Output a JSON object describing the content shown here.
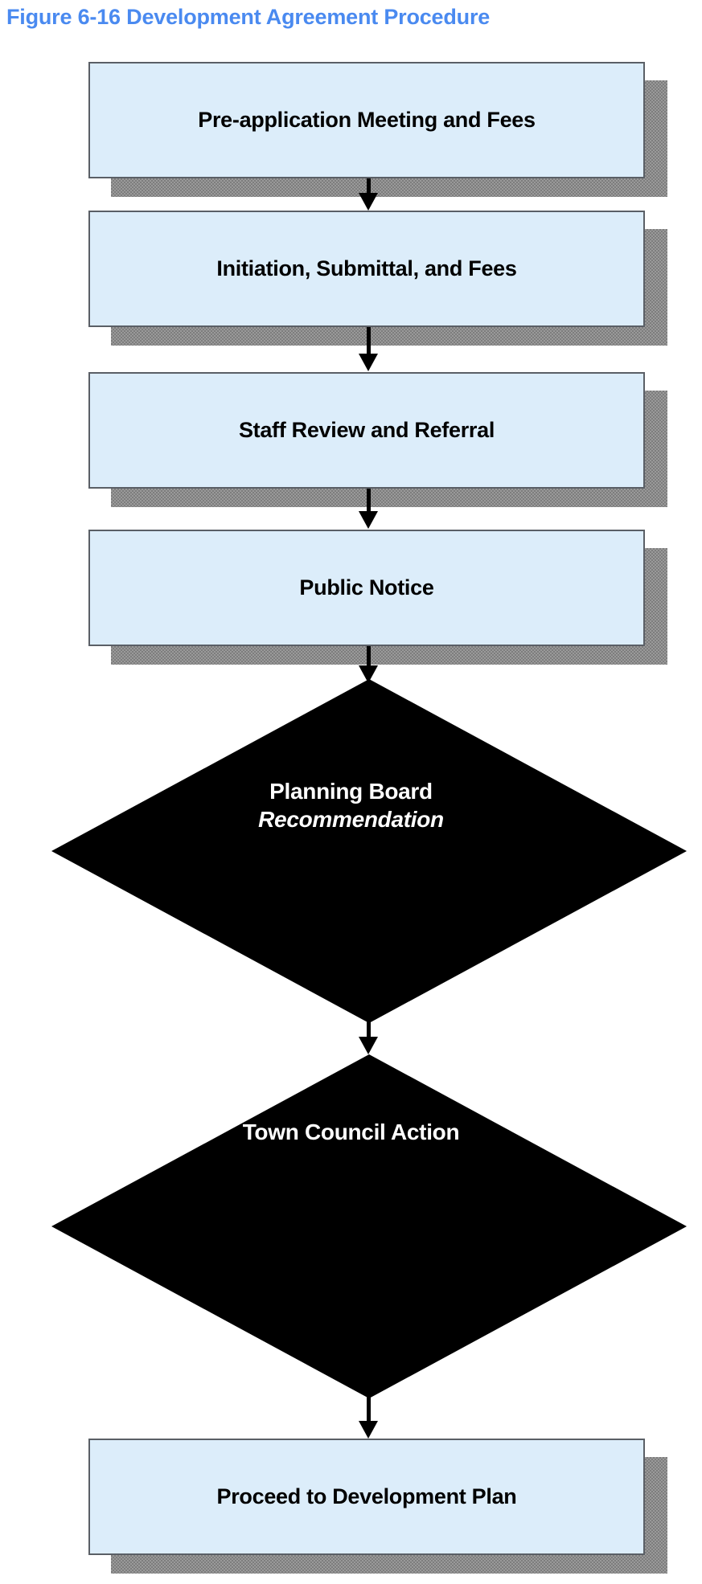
{
  "figure": {
    "title": "Figure 6-16 Development Agreement Procedure",
    "title_color": "#4a8af0"
  },
  "theme": {
    "box_fill": "#dcedfa",
    "box_border": "#5a5f66",
    "box_text": "#000000",
    "decision_fill": "#000000",
    "decision_text": "#ffffff",
    "shadow": "#8c8c8c",
    "background": "#ffffff"
  },
  "chart_data": {
    "type": "diagram",
    "diagram_kind": "flowchart",
    "orientation": "top-to-bottom",
    "title": "Figure 6-16 Development Agreement Procedure",
    "nodes": [
      {
        "id": "n1",
        "shape": "process",
        "label": "Pre-application Meeting and Fees"
      },
      {
        "id": "n2",
        "shape": "process",
        "label": "Initiation, Submittal, and Fees"
      },
      {
        "id": "n3",
        "shape": "process",
        "label": "Staff Review and Referral"
      },
      {
        "id": "n4",
        "shape": "process",
        "label": "Public Notice"
      },
      {
        "id": "n5",
        "shape": "decision",
        "label": "Planning Board Recommendation",
        "label_line_1": "Planning Board",
        "label_line_2": "Recommendation"
      },
      {
        "id": "n6",
        "shape": "decision",
        "label": "Town Council Action",
        "label_line_1": "Town Council Action",
        "label_line_2": ""
      },
      {
        "id": "n7",
        "shape": "process",
        "label": "Proceed to Development Plan"
      }
    ],
    "edges": [
      {
        "from": "n1",
        "to": "n2",
        "style": "arrow"
      },
      {
        "from": "n2",
        "to": "n3",
        "style": "arrow"
      },
      {
        "from": "n3",
        "to": "n4",
        "style": "arrow"
      },
      {
        "from": "n4",
        "to": "n5",
        "style": "arrow"
      },
      {
        "from": "n5",
        "to": "n6",
        "style": "arrow"
      },
      {
        "from": "n6",
        "to": "n7",
        "style": "arrow"
      }
    ]
  },
  "boxes": {
    "b1": {
      "label": "Pre-application Meeting and Fees"
    },
    "b2": {
      "label": "Initiation, Submittal, and Fees"
    },
    "b3": {
      "label": "Staff Review and Referral"
    },
    "b4": {
      "label": "Public Notice"
    },
    "b7": {
      "label": "Proceed to Development Plan"
    }
  },
  "decisions": {
    "d1": {
      "line1": "Planning Board",
      "line2": "Recommendation"
    },
    "d2": {
      "line1": "Town Council Action"
    }
  }
}
